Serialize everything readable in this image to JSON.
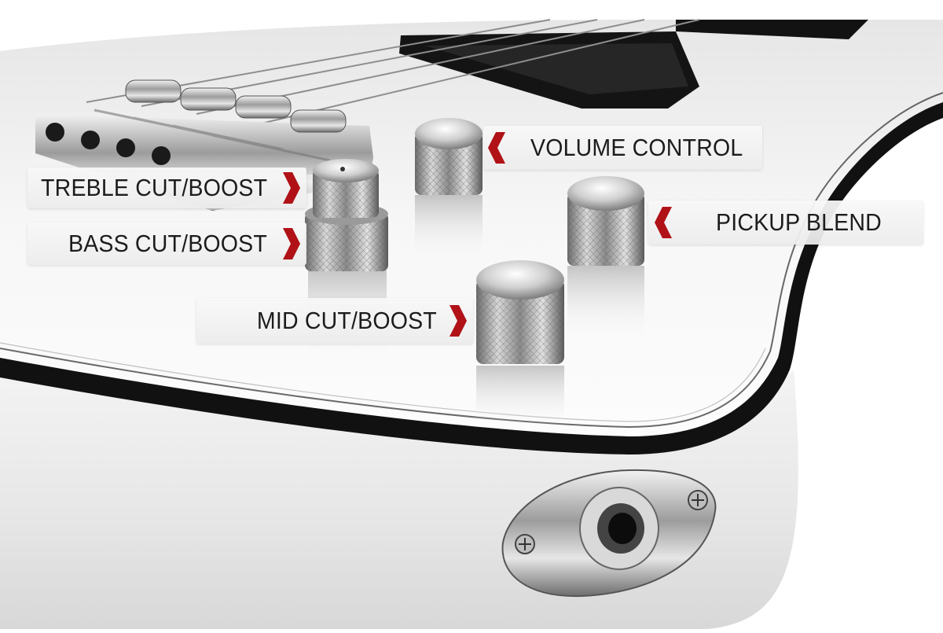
{
  "callouts": {
    "volume_control": "VOLUME CONTROL",
    "pickup_blend": "PICKUP BLEND",
    "treble_cut_boost": "TREBLE CUT/BOOST",
    "bass_cut_boost": "BASS CUT/BOOST",
    "mid_cut_boost": "MID CUT/BOOST"
  },
  "colors": {
    "body_white": "#f2f2f2",
    "binding_black": "#111111",
    "chrome": "#b8b8b8",
    "accent_red": "#b01217",
    "label_text": "#1c1c1c"
  },
  "icons": {
    "callout_pointer": "chevron-icon"
  }
}
